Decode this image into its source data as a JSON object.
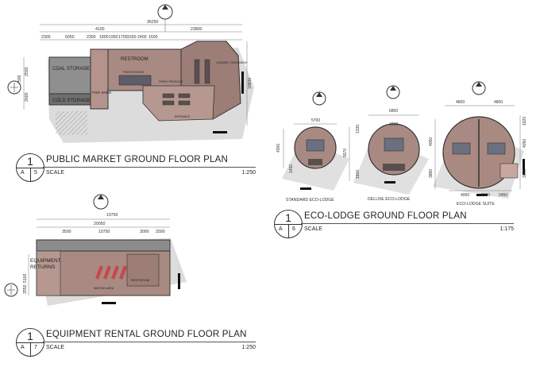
{
  "colors": {
    "floor": "#a98a82",
    "floor_dark": "#7d6661",
    "wall": "#4a4a4a",
    "shadow": "#d9d9d9",
    "accent_red": "#c64a4a",
    "dim_line": "#777777",
    "paper": "#ffffff"
  },
  "public_market": {
    "dims_top": [
      "36250",
      "4100",
      "23800",
      "2300",
      "6050",
      "2300",
      "1800",
      "1950",
      "1700",
      "1650",
      "2400",
      "1600"
    ],
    "dims_left": [
      "7500",
      "2500",
      "2600"
    ],
    "dims_right": [
      "18830"
    ],
    "rooms": [
      "COAL STORAGE",
      "FISH SHED",
      "COLD STORAGE",
      "RESTROOM",
      "PRAYER ROOM",
      "LOADING / UNLOADING",
      "ENTRANCE",
      "FRESH PRODUCE"
    ],
    "title": {
      "number": "1",
      "sheet_letter": "A",
      "sheet_no": "5",
      "name": "PUBLIC MARKET GROUND FLOOR PLAN",
      "scale_label": "SCALE",
      "scale_value": "1:250"
    }
  },
  "eco_lodge": {
    "units": [
      {
        "label": "STANDARD ECO-LODGE",
        "dims": [
          "5700",
          "4300",
          "1450"
        ]
      },
      {
        "label": "DELUXE ECO-LODGE",
        "dims": [
          "6800",
          "4200",
          "1330",
          "5570",
          "1500"
        ]
      },
      {
        "label": "ECO-LODGE SUITE",
        "dims": [
          "4800",
          "4800",
          "1920",
          "4050",
          "4050",
          "3880",
          "3060",
          "4000",
          "2100",
          "2450"
        ]
      }
    ],
    "title": {
      "number": "1",
      "sheet_letter": "A",
      "sheet_no": "6",
      "name": "ECO-LODGE GROUND FLOOR PLAN",
      "scale_label": "SCALE",
      "scale_value": "1:175"
    }
  },
  "equipment_rental": {
    "dims_top": [
      "19750",
      "20050",
      "3500",
      "10750",
      "3000",
      "2500"
    ],
    "dims_left": [
      "5160",
      "2550"
    ],
    "rooms": [
      "EQUIPMENT",
      "RETURNS",
      "WAITING AREA",
      "RESTROOM"
    ],
    "title": {
      "number": "1",
      "sheet_letter": "A",
      "sheet_no": "7",
      "name": "EQUIPMENT RENTAL GROUND FLOOR PLAN",
      "scale_label": "SCALE",
      "scale_value": "1:250"
    }
  }
}
